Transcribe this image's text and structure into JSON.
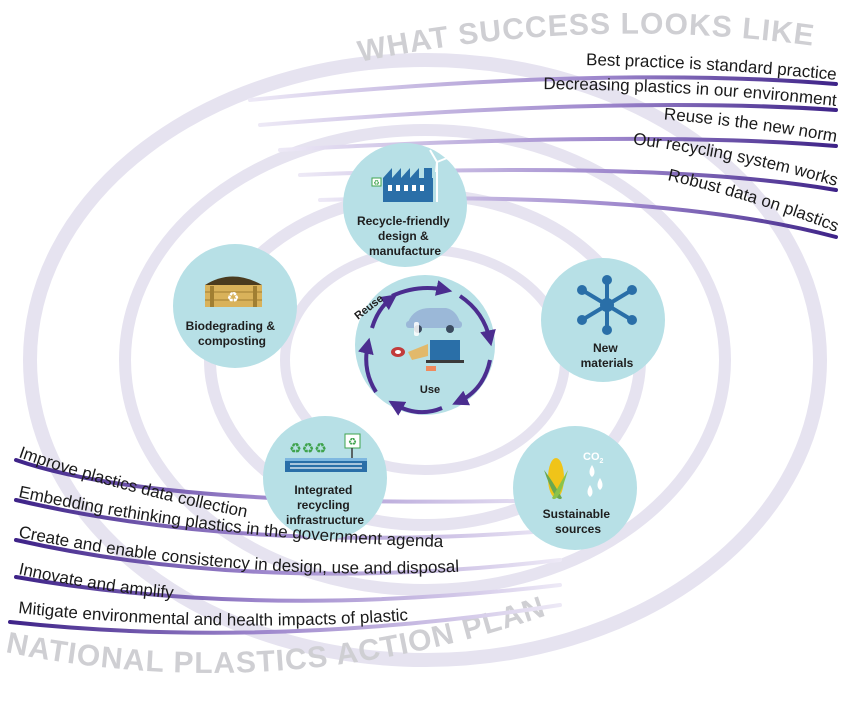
{
  "titles": {
    "top": "WHAT SUCCESS LOOKS LIKE",
    "bottom": "NATIONAL PLASTICS ACTION PLAN"
  },
  "success_outcomes": [
    "Best practice is standard practice",
    "Decreasing plastics in our environment",
    "Reuse is the new norm",
    "Our recycling system works",
    "Robust data on plastics"
  ],
  "action_items": [
    "Improve plastics data collection",
    "Embedding rethinking plastics in the government agenda",
    "Create and enable consistency in design, use and disposal",
    "Innovate and amplify",
    "Mitigate environmental and health impacts of plastic"
  ],
  "stages": {
    "recycle_friendly": [
      "Recycle-friendly",
      "design &",
      "manufacture"
    ],
    "new_materials": [
      "New",
      "materials"
    ],
    "sustainable_sources": [
      "Sustainable",
      "sources"
    ],
    "integrated_recycling": [
      "Integrated",
      "recycling",
      "infrastructure"
    ],
    "biodegrading": [
      "Biodegrading &",
      "composting"
    ]
  },
  "center": {
    "reuse": "Reuse",
    "use": "Use"
  },
  "co2_label": "CO",
  "co2_sub": "2",
  "colors": {
    "circle_fill": "#b7e0e6",
    "purple": "#4b2d8f",
    "spiral_light": "#e4e1ef",
    "icon_blue": "#2a6fa8"
  }
}
